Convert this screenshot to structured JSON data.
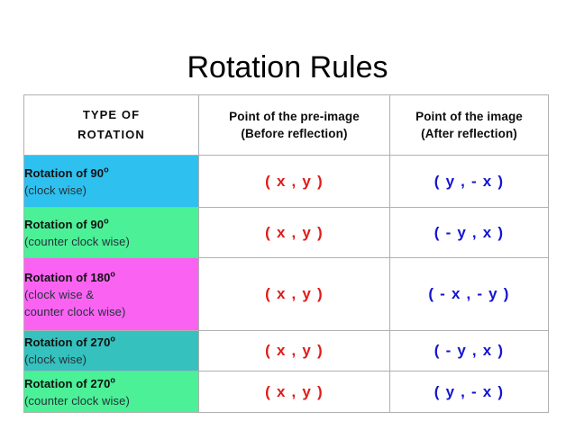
{
  "title": "Rotation Rules",
  "table": {
    "headers": [
      {
        "lines": [
          "TYPE OF",
          "ROTATION"
        ],
        "bg": "#ffffff"
      },
      {
        "lines": [
          "Point of the pre-image",
          "(Before reflection)"
        ],
        "bg": "#f95ff0"
      },
      {
        "lines": [
          "Point of the image",
          "(After reflection)"
        ],
        "bg": "#fbf9a8"
      }
    ],
    "rows": [
      {
        "label_main": "Rotation of 90",
        "label_deg": "o",
        "label_sub": "(clock wise)",
        "label_sub2": "",
        "label_bg": "#2ec0ee",
        "pre_image": "( x , y )",
        "image": "( y , - x )"
      },
      {
        "label_main": "Rotation of 90",
        "label_deg": "o",
        "label_sub": "(counter clock wise)",
        "label_sub2": "",
        "label_bg": "#4bf097",
        "pre_image": "( x , y )",
        "image": "( - y , x )"
      },
      {
        "label_main": "Rotation of 180",
        "label_deg": "o",
        "label_sub": "(clock wise &",
        "label_sub2": "counter clock wise)",
        "label_bg": "#fa63f2",
        "pre_image": "( x , y )",
        "image": "( - x , - y )"
      },
      {
        "label_main": "Rotation of 270",
        "label_deg": "o",
        "label_sub": "(clock wise)",
        "label_sub2": "",
        "label_bg": "#35c1bd",
        "pre_image": "( x , y )",
        "image": "( - y ,  x )"
      },
      {
        "label_main": "Rotation of 270",
        "label_deg": "o",
        "label_sub": "(counter clock wise)",
        "label_sub2": "",
        "label_bg": "#4bf097",
        "pre_image": "( x , y )",
        "image": "( y , - x )"
      }
    ]
  },
  "colors": {
    "pre_image_text": "#e01b19",
    "image_text": "#1414d2",
    "header_pre_bg": "#f95ff0",
    "header_post_bg": "#fbf9a8",
    "title_text": "#010101"
  }
}
